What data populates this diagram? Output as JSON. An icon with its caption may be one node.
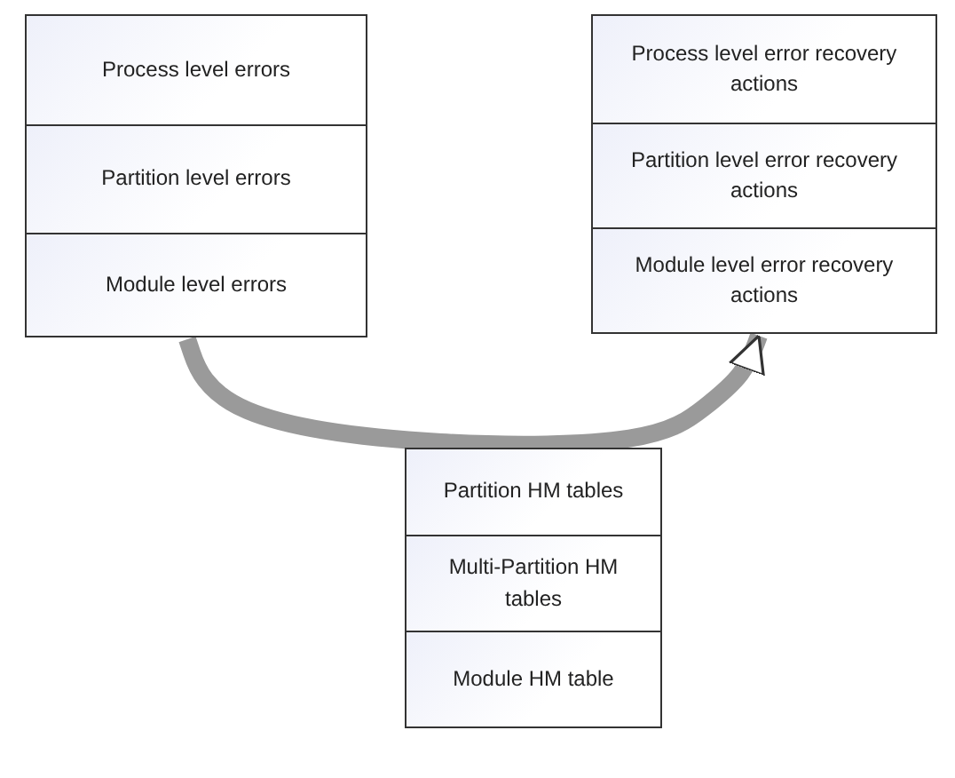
{
  "diagram": {
    "nodes": [
      {
        "text": [
          "Process level errors"
        ]
      },
      {
        "text": [
          "Partition level errors"
        ]
      },
      {
        "text": [
          "Module level errors"
        ]
      },
      {
        "text": [
          "Process level error recovery actions"
        ]
      },
      {
        "text": [
          "Partition level error recovery actions"
        ]
      },
      {
        "text": [
          "Module level error recovery actions"
        ]
      },
      {
        "text": [
          "Partition HM tables"
        ]
      },
      {
        "text": [
          "Multi-Partition HM tables"
        ]
      },
      {
        "text": [
          "Module HM table"
        ]
      }
    ],
    "edges": [
      {
        "from": 2,
        "to": 5,
        "arrow": "to"
      }
    ]
  }
}
